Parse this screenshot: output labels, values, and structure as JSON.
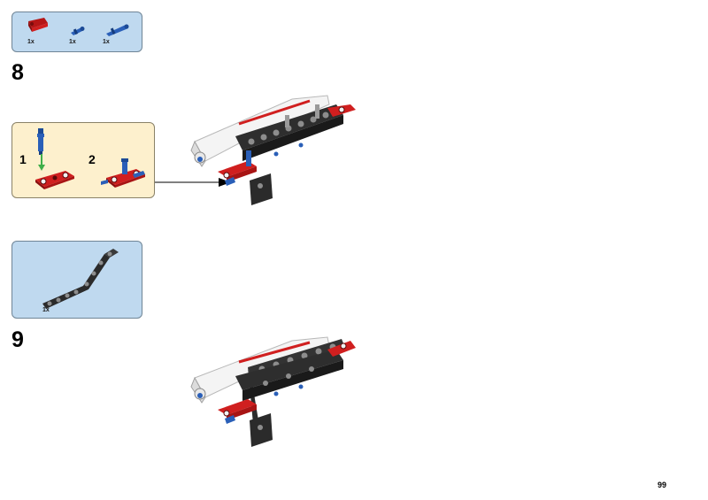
{
  "step8": {
    "number": "8",
    "parts": [
      {
        "qty": "1x",
        "icon": "red-axle-connector-icon",
        "color": "#d01f1f"
      },
      {
        "qty": "1x",
        "icon": "blue-short-pin-icon",
        "color": "#2a5fb8"
      },
      {
        "qty": "1x",
        "icon": "blue-long-pin-icon",
        "color": "#2a5fb8"
      }
    ],
    "subassembly": {
      "steps": [
        "1",
        "2"
      ],
      "background": "#fdf0cd"
    }
  },
  "step9": {
    "number": "9",
    "parts": [
      {
        "qty": "1x",
        "icon": "black-angled-beam-icon",
        "color": "#2b2b2b"
      }
    ]
  },
  "page": {
    "number": "99"
  },
  "colors": {
    "parts_box": "#bfd9ef",
    "red": "#d01f1f",
    "blue": "#2a5fb8",
    "black": "#2b2b2b",
    "white": "#f4f4f4",
    "arrow": "#000000"
  }
}
